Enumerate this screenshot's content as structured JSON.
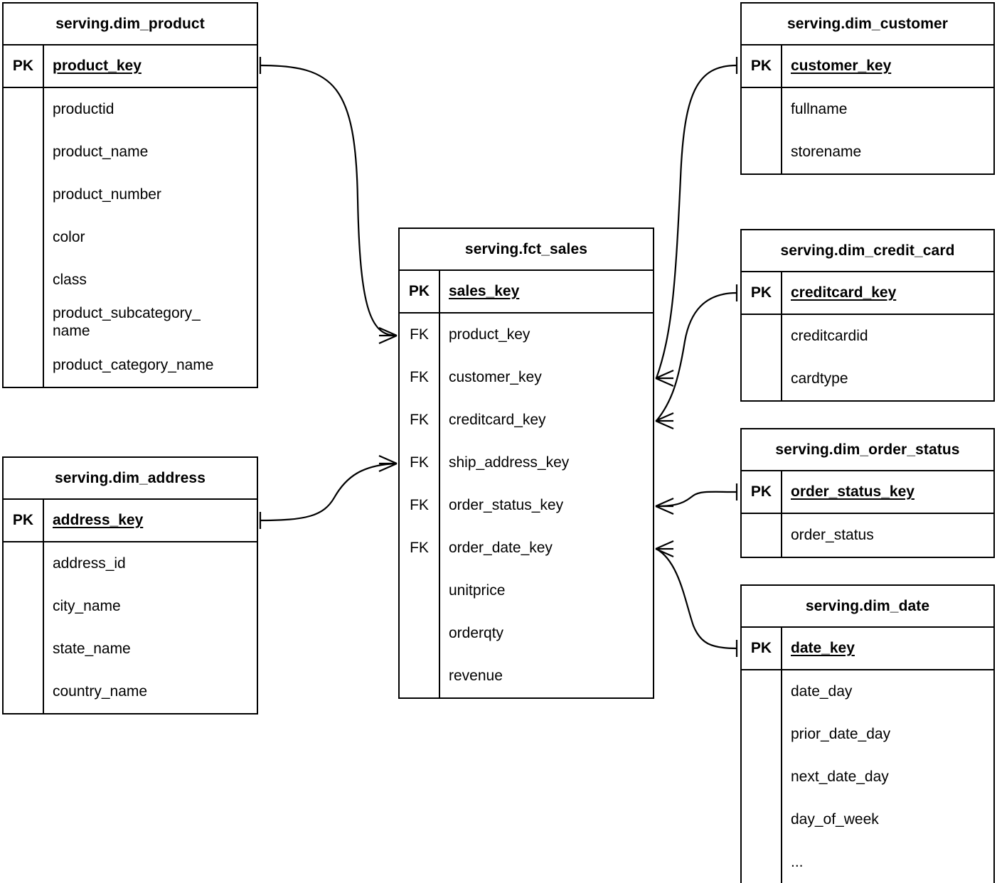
{
  "diagram": {
    "type": "entity-relationship-diagram",
    "notation": "crows-foot",
    "background_color": "#ffffff",
    "line_color": "#000000",
    "entities": [
      {
        "id": "dim_product",
        "title": "serving.dim_product",
        "pk": {
          "key_label": "PK",
          "name": "product_key"
        },
        "attributes": [
          {
            "key_label": "",
            "name": "productid"
          },
          {
            "key_label": "",
            "name": "product_name"
          },
          {
            "key_label": "",
            "name": "product_number"
          },
          {
            "key_label": "",
            "name": "color"
          },
          {
            "key_label": "",
            "name": "class"
          },
          {
            "key_label": "",
            "name": "product_subcategory_\nname"
          },
          {
            "key_label": "",
            "name": "product_category_name"
          }
        ]
      },
      {
        "id": "dim_customer",
        "title": "serving.dim_customer",
        "pk": {
          "key_label": "PK",
          "name": "customer_key"
        },
        "attributes": [
          {
            "key_label": "",
            "name": "fullname"
          },
          {
            "key_label": "",
            "name": "storename"
          }
        ]
      },
      {
        "id": "fct_sales",
        "title": "serving.fct_sales",
        "pk": {
          "key_label": "PK",
          "name": "sales_key"
        },
        "attributes": [
          {
            "key_label": "FK",
            "name": "product_key"
          },
          {
            "key_label": "FK",
            "name": "customer_key"
          },
          {
            "key_label": "FK",
            "name": "creditcard_key"
          },
          {
            "key_label": "FK",
            "name": "ship_address_key"
          },
          {
            "key_label": "FK",
            "name": "order_status_key"
          },
          {
            "key_label": "FK",
            "name": "order_date_key"
          },
          {
            "key_label": "",
            "name": "unitprice"
          },
          {
            "key_label": "",
            "name": "orderqty"
          },
          {
            "key_label": "",
            "name": "revenue"
          }
        ]
      },
      {
        "id": "dim_credit_card",
        "title": "serving.dim_credit_card",
        "pk": {
          "key_label": "PK",
          "name": "creditcard_key"
        },
        "attributes": [
          {
            "key_label": "",
            "name": "creditcardid"
          },
          {
            "key_label": "",
            "name": "cardtype"
          }
        ]
      },
      {
        "id": "dim_order_status",
        "title": "serving.dim_order_status",
        "pk": {
          "key_label": "PK",
          "name": "order_status_key"
        },
        "attributes": [
          {
            "key_label": "",
            "name": "order_status"
          }
        ]
      },
      {
        "id": "dim_date",
        "title": "serving.dim_date",
        "pk": {
          "key_label": "PK",
          "name": "date_key"
        },
        "attributes": [
          {
            "key_label": "",
            "name": "date_day"
          },
          {
            "key_label": "",
            "name": "prior_date_day"
          },
          {
            "key_label": "",
            "name": "next_date_day"
          },
          {
            "key_label": "",
            "name": "day_of_week"
          },
          {
            "key_label": "",
            "name": "..."
          }
        ]
      },
      {
        "id": "dim_address",
        "title": "serving.dim_address",
        "pk": {
          "key_label": "PK",
          "name": "address_key"
        },
        "attributes": [
          {
            "key_label": "",
            "name": "address_id"
          },
          {
            "key_label": "",
            "name": "city_name"
          },
          {
            "key_label": "",
            "name": "state_name"
          },
          {
            "key_label": "",
            "name": "country_name"
          }
        ]
      }
    ],
    "relationships": [
      {
        "id": "rel-product",
        "from": "dim_product.product_key",
        "to": "fct_sales.product_key",
        "from_cardinality": "one",
        "to_cardinality": "many"
      },
      {
        "id": "rel-customer",
        "from": "dim_customer.customer_key",
        "to": "fct_sales.customer_key",
        "from_cardinality": "one",
        "to_cardinality": "many"
      },
      {
        "id": "rel-creditcard",
        "from": "dim_credit_card.creditcard_key",
        "to": "fct_sales.creditcard_key",
        "from_cardinality": "one",
        "to_cardinality": "many"
      },
      {
        "id": "rel-address",
        "from": "dim_address.address_key",
        "to": "fct_sales.ship_address_key",
        "from_cardinality": "one",
        "to_cardinality": "many"
      },
      {
        "id": "rel-order-status",
        "from": "dim_order_status.order_status_key",
        "to": "fct_sales.order_status_key",
        "from_cardinality": "one",
        "to_cardinality": "many"
      },
      {
        "id": "rel-date",
        "from": "dim_date.date_key",
        "to": "fct_sales.order_date_key",
        "from_cardinality": "one",
        "to_cardinality": "many"
      }
    ]
  }
}
